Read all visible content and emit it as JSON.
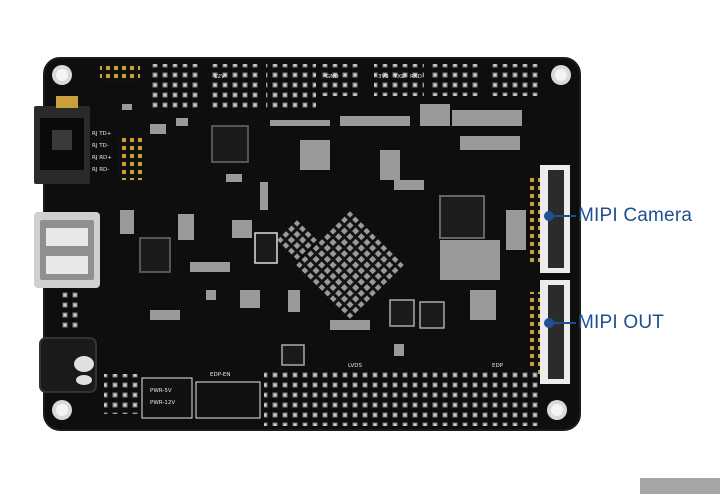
{
  "callouts": {
    "mipi_camera": "MIPI Camera",
    "mipi_out": "MIPI OUT"
  },
  "silkscreen": {
    "lvds": "LVDS",
    "edp": "EDP",
    "edp_en": "EDP-EN",
    "rj_labels": [
      "RJ TD+",
      "RJ TD-",
      "RJ RD+",
      "RJ RD-"
    ],
    "pwr": "PWR-5V",
    "pwr2": "PWR-12V",
    "gnd": "GND",
    "v33": "3V3",
    "v12": "12V",
    "txd": "TXD",
    "rxd": "RXD"
  },
  "colors": {
    "board": "#0e0e0e",
    "board_edge": "#1c1c1c",
    "silk": "#e6e6e6",
    "gold": "#c9a03a",
    "callout": "#1e4f8f",
    "connector": "#f2f2f2"
  }
}
